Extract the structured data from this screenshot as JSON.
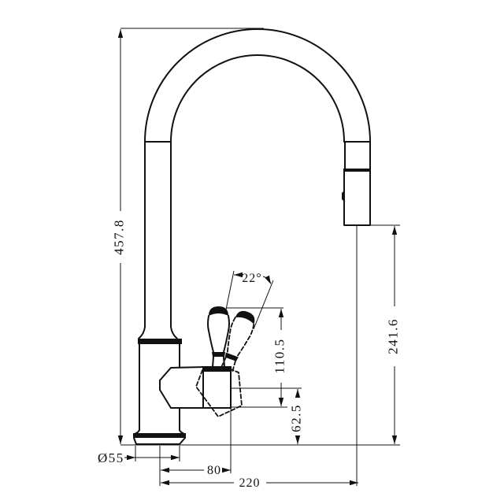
{
  "drawing": {
    "subject": "kitchen-mixer-tap-side-elevation",
    "line_color": "#111111",
    "background": "#ffffff"
  },
  "dims": {
    "overall_height": "457.8",
    "outlet_height": "241.6",
    "handle_angle": "22°",
    "handle_top_height": "110.5",
    "valve_height": "62.5",
    "base_diameter": "Ø55",
    "handle_reach": "80",
    "spout_reach": "220"
  }
}
